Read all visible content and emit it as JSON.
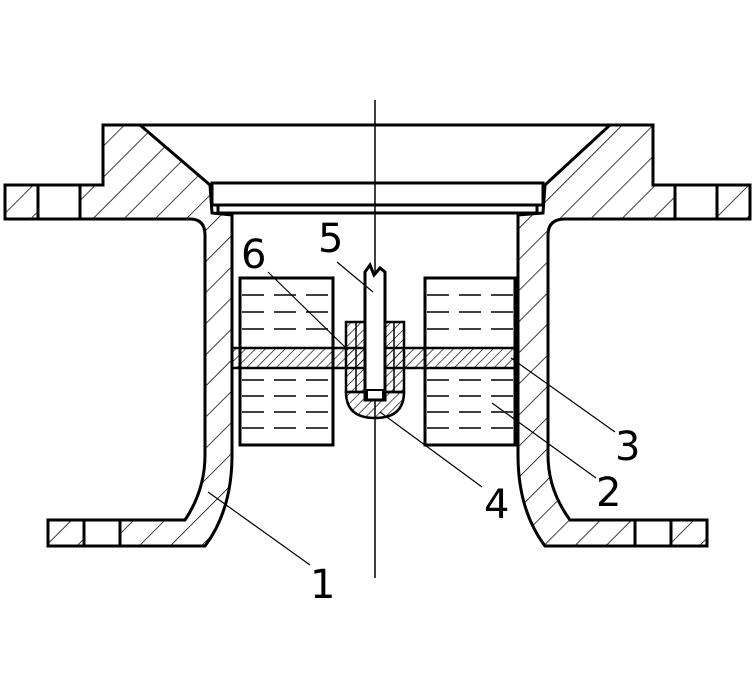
{
  "diagram": {
    "type": "cross-section engineering drawing",
    "labels": {
      "part1": "1",
      "part2": "2",
      "part3": "3",
      "part4": "4",
      "part5": "5",
      "part6": "6"
    },
    "colors": {
      "line": "#000000",
      "background": "#ffffff"
    }
  }
}
